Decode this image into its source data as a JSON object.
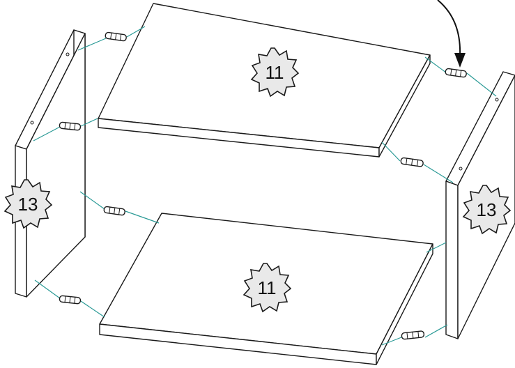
{
  "parts": {
    "top_shelf": {
      "label": "11"
    },
    "bottom_shelf": {
      "label": "11"
    },
    "left_side": {
      "label": "13"
    },
    "right_side": {
      "label": "13"
    }
  },
  "icons": {
    "dowel": "wooden-dowel",
    "arrow": "insertion-arrow",
    "badge": "part-number-starburst"
  },
  "colors": {
    "guide_lines": "#2a9a96",
    "badge_fill": "#e9e9e9",
    "outline": "#1a1a1a"
  }
}
